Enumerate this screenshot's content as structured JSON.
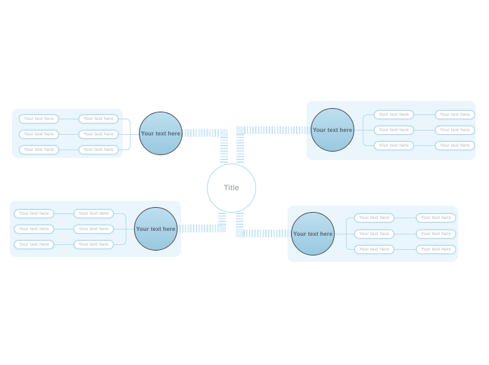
{
  "title": {
    "label": "Title"
  },
  "branches": [
    {
      "name": "top-left",
      "node_label": "Your text here",
      "items": [
        "Your text here",
        "Your text here",
        "Your text here",
        "Your text here",
        "Your text here",
        "Your text here"
      ]
    },
    {
      "name": "top-right",
      "node_label": "Your text here",
      "items": [
        "Your text here",
        "Your text here",
        "Your text here",
        "Your text here",
        "Your text here",
        "Your text here"
      ]
    },
    {
      "name": "bottom-left",
      "node_label": "Your text here",
      "items": [
        "Your text here",
        "Your text here",
        "Your text here",
        "Your text here",
        "Your text here",
        "Your text here"
      ]
    },
    {
      "name": "bottom-right",
      "node_label": "Your text here",
      "items": [
        "Your text here",
        "Your text here",
        "Your text here",
        "Your text here",
        "Your text here",
        "Your text here"
      ]
    }
  ],
  "colors": {
    "panel_bg": "#ebf5fc",
    "pill_border": "#a8d6ef",
    "pill_text": "#b0b8c0",
    "thin_connector": "#b5dcf2",
    "ribbon_stripe": "#c6e4f5",
    "node_fill_top": "#bedfef",
    "node_fill_bottom": "#9ac9de",
    "node_border": "#41484e",
    "node_text": "#5a646e",
    "center_border": "#a8dbf5",
    "center_text": "#8e969c"
  }
}
